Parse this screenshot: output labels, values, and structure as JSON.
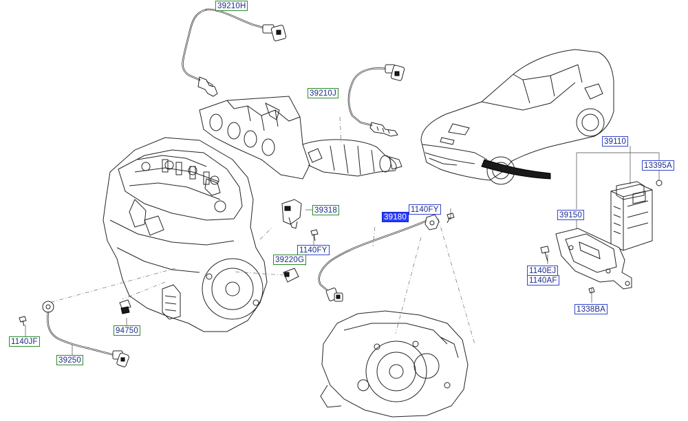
{
  "labels": {
    "p39210H": "39210H",
    "p39210J": "39210J",
    "p39318": "39318",
    "p1140FY_a": "1140FY",
    "p39220G": "39220G",
    "p1140FY_b": "1140FY",
    "p39180": "39180",
    "p39110": "39110",
    "p13395A": "13395A",
    "p39150": "39150",
    "p1140EJ": "1140EJ",
    "p1140AF": "1140AF",
    "p1338BA": "1338BA",
    "p94750": "94750",
    "p1140JF": "1140JF",
    "p39250": "39250"
  },
  "colors": {
    "label_border_green": "#2a8a2a",
    "label_border_blue": "#3344cc",
    "label_text": "#1a2a8a",
    "selected_bg": "#2a3cff",
    "selected_text": "#ffffff",
    "line_art": "#222222"
  },
  "selected_part": "39180"
}
